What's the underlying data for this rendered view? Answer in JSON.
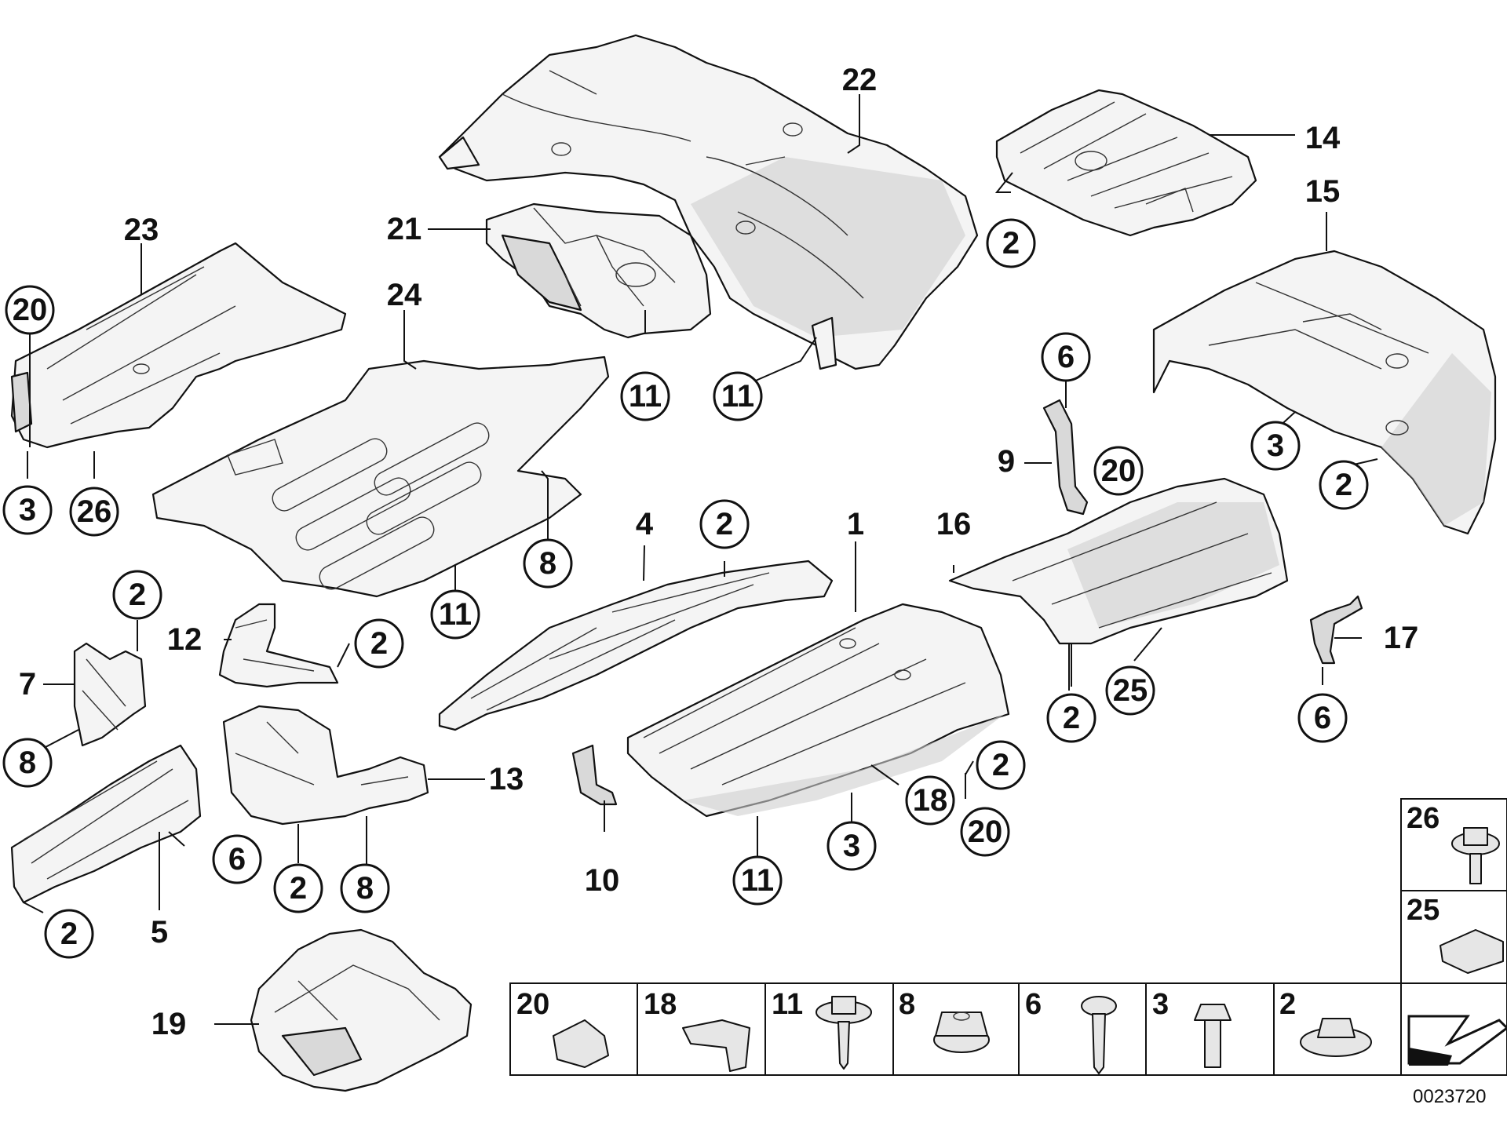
{
  "diagram": {
    "callouts": [
      "22",
      "14",
      "15",
      "23",
      "21",
      "24",
      "20",
      "2",
      "11",
      "11",
      "3",
      "26",
      "6",
      "9",
      "20",
      "3",
      "2",
      "2",
      "8",
      "4",
      "2",
      "1",
      "16",
      "12",
      "2",
      "7",
      "11",
      "17",
      "8",
      "2",
      "25",
      "2",
      "6",
      "13",
      "18",
      "10",
      "3",
      "20",
      "6",
      "2",
      "8",
      "11",
      "2",
      "5",
      "19"
    ],
    "plain_labels": [
      "22",
      "14",
      "15",
      "23",
      "21",
      "24",
      "9",
      "4",
      "1",
      "16",
      "12",
      "7",
      "17",
      "13",
      "10",
      "5",
      "19"
    ],
    "legend": {
      "items": [
        {
          "number": "20",
          "icon": "clip-nut-icon"
        },
        {
          "number": "18",
          "icon": "bracket-clip-icon"
        },
        {
          "number": "11",
          "icon": "collar-screw-icon"
        },
        {
          "number": "8",
          "icon": "hex-collar-nut-icon"
        },
        {
          "number": "6",
          "icon": "phillips-screw-icon"
        },
        {
          "number": "3",
          "icon": "hex-bolt-icon"
        },
        {
          "number": "2",
          "icon": "flange-nut-icon"
        }
      ],
      "side_items": [
        {
          "number": "26",
          "icon": "torx-bolt-icon"
        },
        {
          "number": "25",
          "icon": "pad-icon"
        }
      ],
      "direction_icon": "front-arrow-icon"
    },
    "reference_code": "0023720"
  }
}
